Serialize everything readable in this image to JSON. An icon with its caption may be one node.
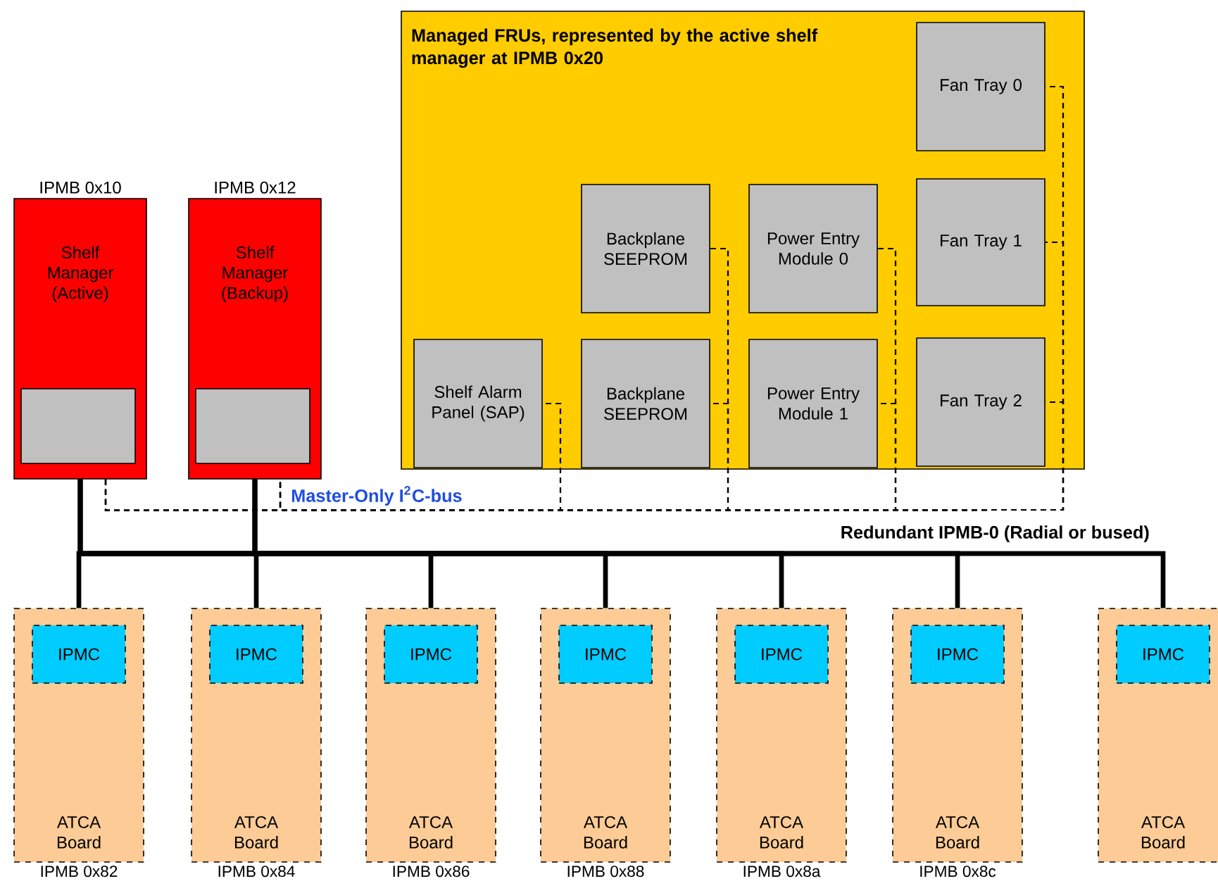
{
  "diagram": {
    "nodes": [
      {
        "text": [
          "Shelf Manager (Active)"
        ],
        "beside": [
          "IPMB 0x10"
        ]
      },
      {
        "text": [],
        "shape": "box",
        "in": 0
      },
      {
        "text": [
          "Shelf Manager (Backup)"
        ],
        "beside": [
          "IPMB 0x12"
        ]
      },
      {
        "text": [],
        "shape": "box",
        "in": 2
      },
      {
        "text": [
          "Managed FRUs, represented by the active shelf manager at IPMB 0x20"
        ]
      },
      {
        "text": [
          "Fan Tray 0"
        ],
        "in": 4
      },
      {
        "text": [
          "Backplane SEEPROM"
        ],
        "in": 4
      },
      {
        "text": [
          "Power Entry Module 0"
        ],
        "in": 4
      },
      {
        "text": [
          "Fan Tray 1"
        ],
        "in": 4
      },
      {
        "text": [
          "Shelf Alarm Panel (SAP)"
        ],
        "in": 4
      },
      {
        "text": [
          "Backplane SEEPROM"
        ],
        "in": 4
      },
      {
        "text": [
          "Power Entry Module 1"
        ],
        "in": 4
      },
      {
        "text": [
          "Fan Tray 2"
        ],
        "in": 4
      },
      {
        "text": [
          "ATCA Board"
        ],
        "beside": [
          "IPMB 0x82"
        ]
      },
      {
        "text": [
          "IPMC"
        ],
        "in": 13
      },
      {
        "text": [
          "ATCA Board"
        ],
        "beside": [
          "IPMB 0x84"
        ]
      },
      {
        "text": [
          "IPMC"
        ],
        "in": 15
      },
      {
        "text": [
          "ATCA Board"
        ],
        "beside": [
          "IPMB 0x86"
        ]
      },
      {
        "text": [
          "IPMC"
        ],
        "in": 17
      },
      {
        "text": [
          "ATCA Board"
        ],
        "beside": [
          "IPMB 0x88"
        ]
      },
      {
        "text": [
          "IPMC"
        ],
        "in": 19
      },
      {
        "text": [
          "ATCA Board"
        ],
        "beside": [
          "IPMB 0x8a"
        ]
      },
      {
        "text": [
          "IPMC"
        ],
        "in": 21
      },
      {
        "text": [
          "ATCA Board"
        ],
        "beside": [
          "IPMB 0x8c"
        ]
      },
      {
        "text": [
          "IPMC"
        ],
        "in": 23
      },
      {
        "text": [
          "ATCA Board"
        ]
      },
      {
        "text": [
          "IPMC"
        ],
        "in": 25
      }
    ],
    "edges": [
      {
        "from": 0,
        "to": 13,
        "arrow": "none",
        "style": "thick"
      },
      {
        "from": 0,
        "to": 15,
        "arrow": "none",
        "style": "thick"
      },
      {
        "from": 0,
        "to": 17,
        "arrow": "none",
        "style": "thick"
      },
      {
        "from": 0,
        "to": 19,
        "arrow": "none",
        "style": "thick"
      },
      {
        "from": 0,
        "to": 21,
        "arrow": "none",
        "style": "thick"
      },
      {
        "from": 0,
        "to": 23,
        "arrow": "none",
        "style": "thick"
      },
      {
        "from": 0,
        "to": 25,
        "arrow": "none",
        "style": "thick"
      },
      {
        "from": 2,
        "to": 13,
        "arrow": "none",
        "style": "thick"
      },
      {
        "from": 2,
        "to": 15,
        "arrow": "none",
        "style": "thick"
      },
      {
        "from": 2,
        "to": 17,
        "arrow": "none",
        "style": "thick"
      },
      {
        "from": 2,
        "to": 19,
        "arrow": "none",
        "style": "thick"
      },
      {
        "from": 2,
        "to": 21,
        "arrow": "none",
        "style": "thick"
      },
      {
        "from": 2,
        "to": 23,
        "arrow": "none",
        "style": "thick"
      },
      {
        "from": 2,
        "to": 25,
        "arrow": "none",
        "style": "thick"
      },
      {
        "from": 0,
        "to": 9,
        "arrow": "none",
        "style": "dashed"
      },
      {
        "from": 0,
        "to": 6,
        "arrow": "none",
        "style": "dashed"
      },
      {
        "from": 0,
        "to": 10,
        "arrow": "none",
        "style": "dashed"
      },
      {
        "from": 0,
        "to": 7,
        "arrow": "none",
        "style": "dashed"
      },
      {
        "from": 0,
        "to": 11,
        "arrow": "none",
        "style": "dashed"
      },
      {
        "from": 0,
        "to": 5,
        "arrow": "none",
        "style": "dashed"
      },
      {
        "from": 0,
        "to": 8,
        "arrow": "none",
        "style": "dashed"
      },
      {
        "from": 0,
        "to": 12,
        "arrow": "none",
        "style": "dashed"
      },
      {
        "from": 2,
        "to": 9,
        "arrow": "none",
        "style": "dashed"
      },
      {
        "from": 2,
        "to": 6,
        "arrow": "none",
        "style": "dashed"
      },
      {
        "from": 2,
        "to": 10,
        "arrow": "none",
        "style": "dashed"
      },
      {
        "from": 2,
        "to": 7,
        "arrow": "none",
        "style": "dashed"
      },
      {
        "from": 2,
        "to": 11,
        "arrow": "none",
        "style": "dashed"
      },
      {
        "from": 2,
        "to": 5,
        "arrow": "none",
        "style": "dashed"
      },
      {
        "from": 2,
        "to": 8,
        "arrow": "none",
        "style": "dashed"
      },
      {
        "from": 2,
        "to": 12,
        "arrow": "none",
        "style": "dashed"
      }
    ],
    "labels": [
      "Master-Only I$^{2}$C-bus",
      "Redundant IPMB-0 (Radial or bused)"
    ]
  }
}
